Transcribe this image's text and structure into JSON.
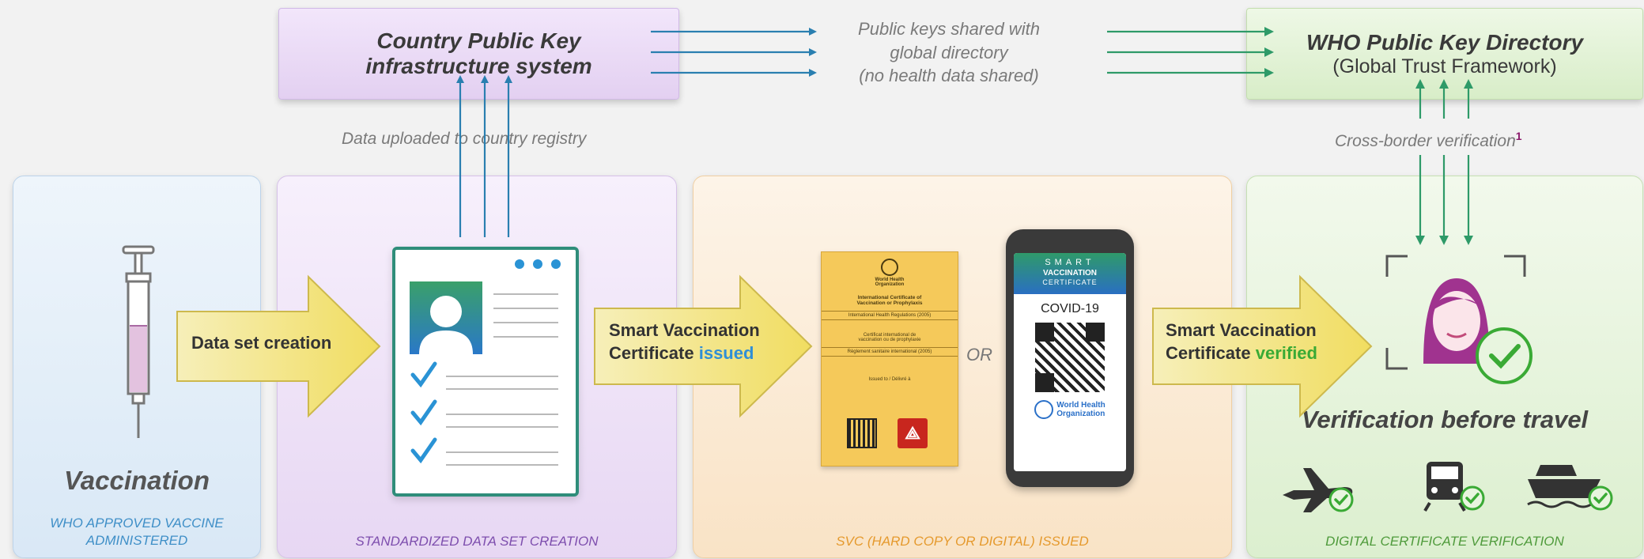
{
  "top": {
    "country_pki_title_1": "Country Public Key",
    "country_pki_title_2": "infrastructure system",
    "shared_line_1": "Public keys shared with",
    "shared_line_2": "global directory",
    "shared_line_3": "(no health data shared)",
    "who_title": "WHO Public Key Directory",
    "who_subtitle": "(Global Trust Framework)",
    "data_uploaded": "Data uploaded to country registry",
    "cross_border": "Cross-border verification",
    "cross_border_sup": "1"
  },
  "panels": {
    "vaccination": {
      "title": "Vaccination",
      "caption_1": "WHO APPROVED VACCINE",
      "caption_2": "ADMINISTERED"
    },
    "dataset": {
      "arrow_label": "Data set creation",
      "caption": "STANDARDIZED DATA SET CREATION"
    },
    "svc": {
      "arrow_line_1": "Smart Vaccination",
      "arrow_line_2_prefix": "Certificate ",
      "arrow_line_2_highlight": "issued",
      "or_label": "OR",
      "caption": "SVC (HARD COPY OR DIGITAL) ISSUED",
      "card_org_1": "World Health",
      "card_org_2": "Organization",
      "card_title_1": "International Certificate of",
      "card_title_2": "Vaccination or Prophylaxis",
      "card_sub": "International Health Regulations (2005)",
      "card_fr_1": "Certificat international de",
      "card_fr_2": "vaccination ou de prophylaxie",
      "card_fr_sub": "Règlement sanitaire international (2005)",
      "card_issued": "Issued to / Délivré à",
      "phone_line_1": "SMART",
      "phone_line_2": "VACCINATION",
      "phone_line_3": "CERTIFICATE",
      "phone_covid": "COVID-19",
      "phone_who_1": "World Health",
      "phone_who_2": "Organization"
    },
    "verify": {
      "arrow_line_1": "Smart Vaccination",
      "arrow_line_2_prefix": "Certificate ",
      "arrow_line_2_highlight": "verified",
      "title": "Verification before travel",
      "caption": "DIGITAL CERTIFICATE VERIFICATION"
    }
  },
  "colors": {
    "blue_accent": "#2f8fd6",
    "green_accent": "#3aaa35",
    "arrow_teal": "#2a7fb0",
    "arrow_green": "#2e9a68"
  }
}
